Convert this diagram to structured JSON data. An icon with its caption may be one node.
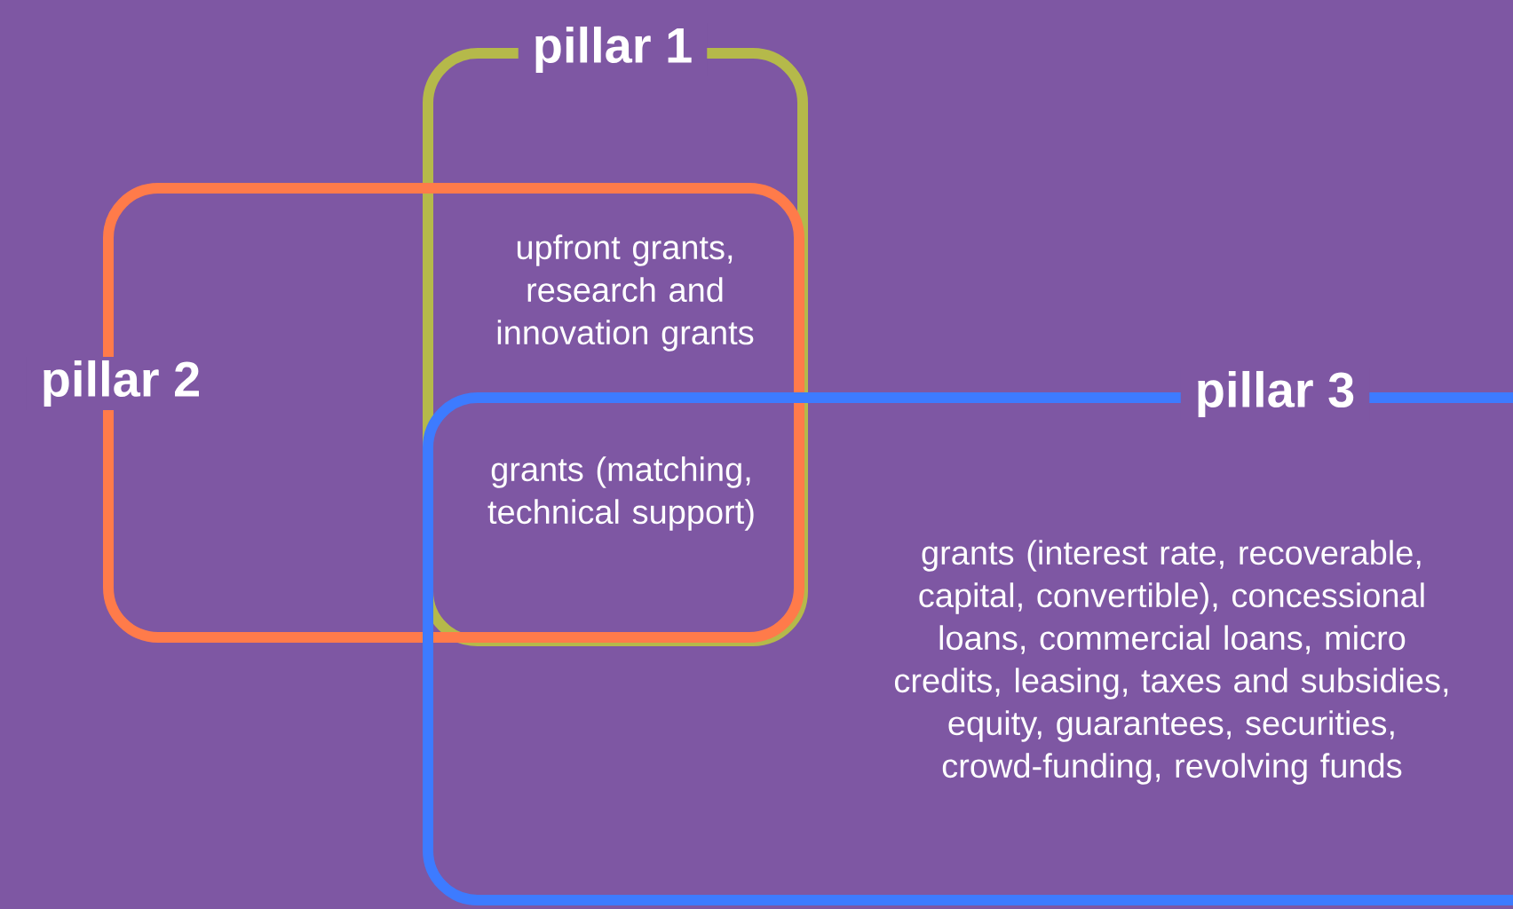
{
  "diagram": {
    "nodes": [
      {
        "text": [
          "pillar 1"
        ]
      },
      {
        "text": [
          "pillar 2"
        ]
      },
      {
        "text": [
          "pillar 3"
        ]
      }
    ],
    "labels": [
      "upfront grants, research and innovation grants",
      "grants (matching, technical support)",
      "grants (interest rate, recoverable, capital, convertible), concessional loans, commercial loans, micro credits, leasing, taxes and subsidies, equity, guarantees, securities, crowd-funding, revolving funds"
    ]
  }
}
